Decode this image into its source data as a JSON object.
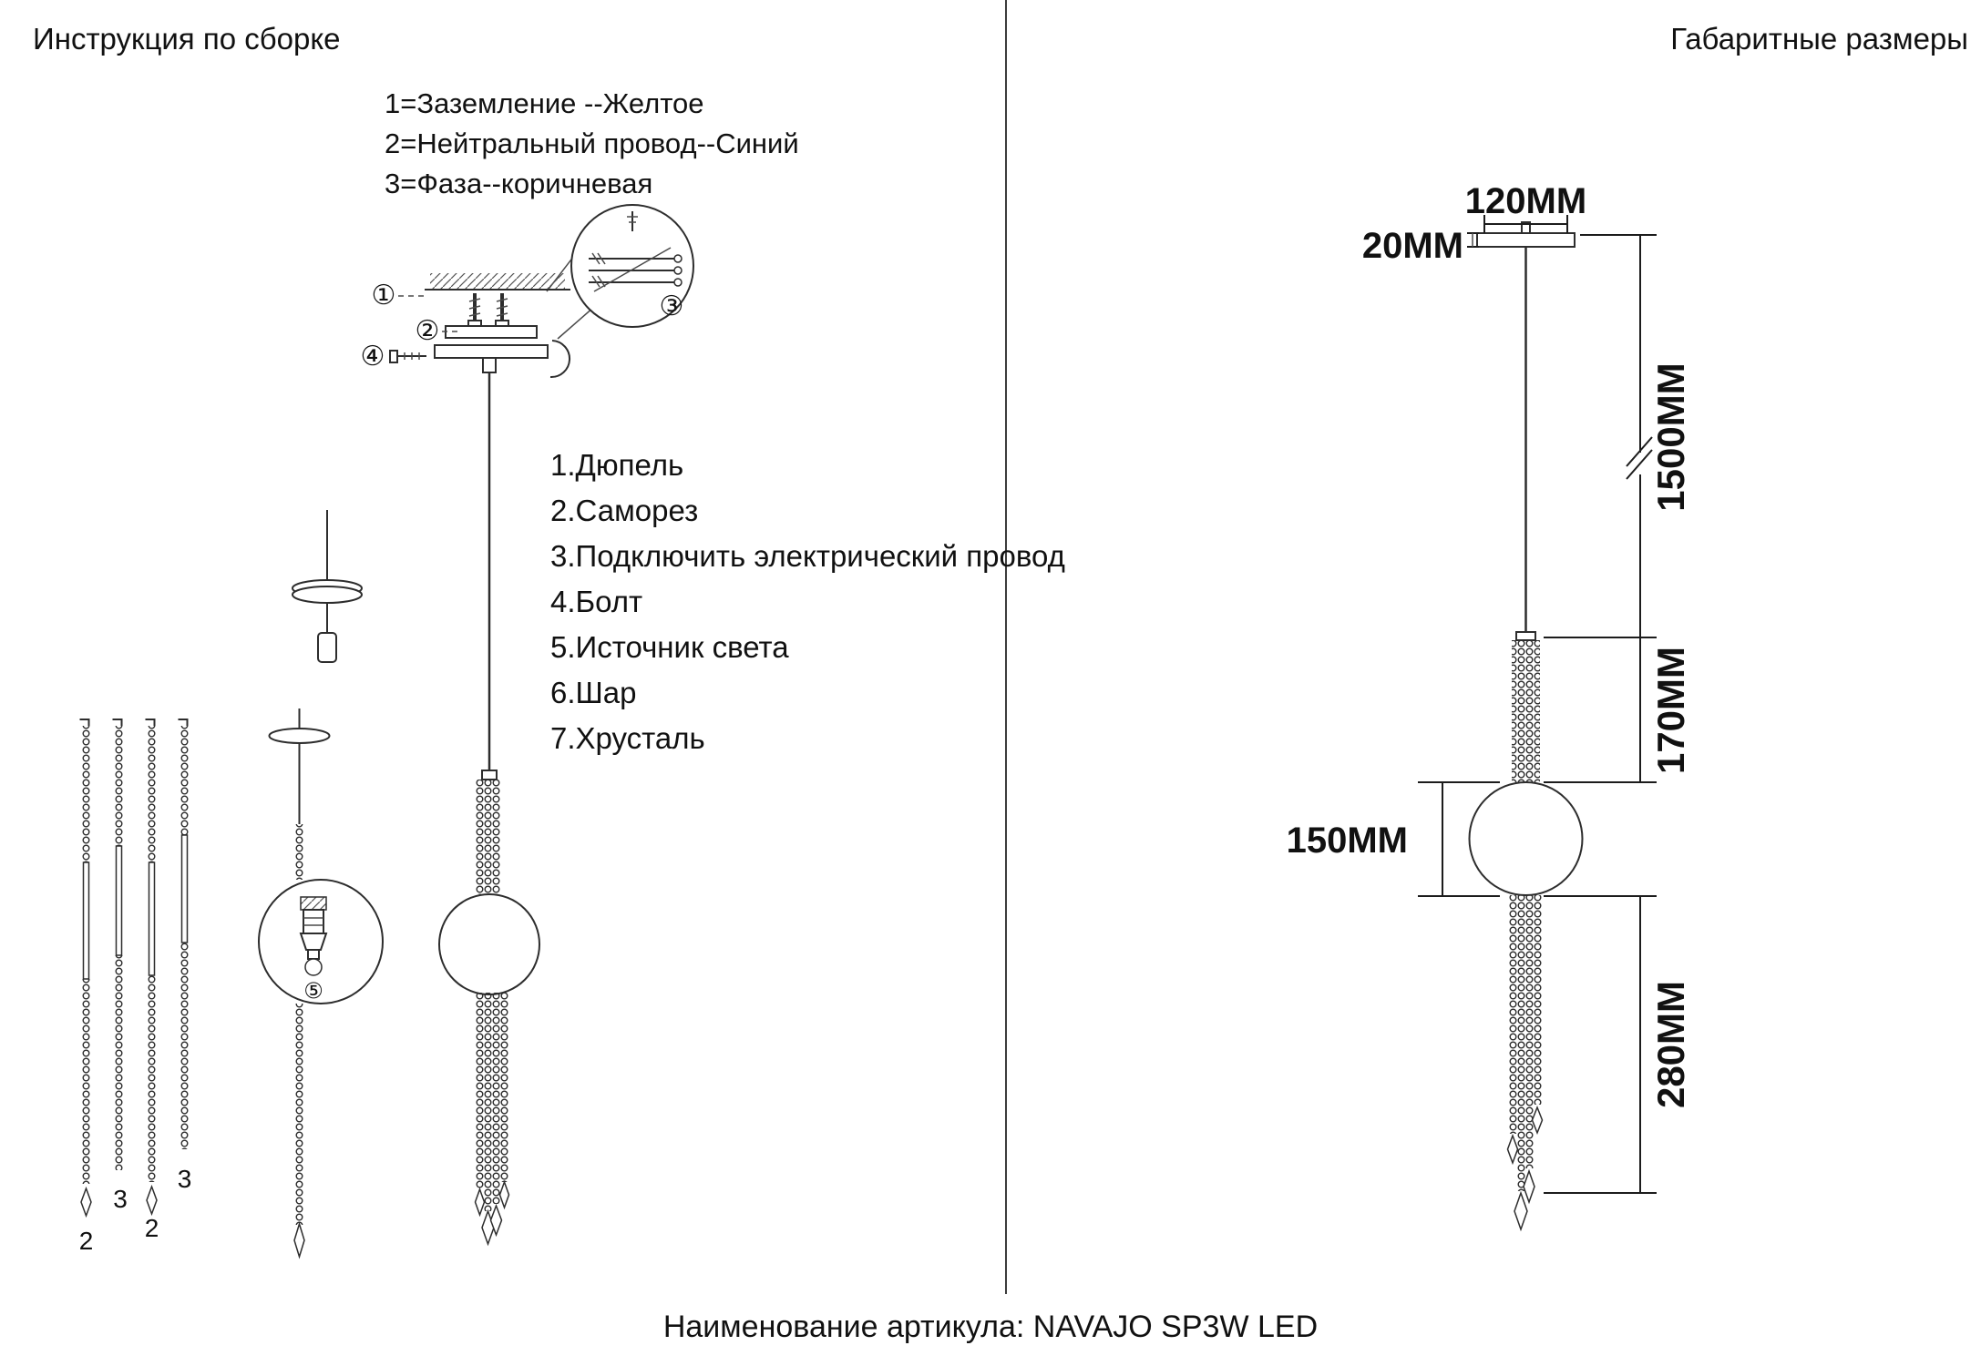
{
  "colors": {
    "ink": "#111111",
    "line": "#2d2d2d",
    "divider": "#3c3c3c"
  },
  "header": {
    "left_title": "Инструкция по сборке",
    "right_title": "Габаритные размеры"
  },
  "wire_legend": {
    "lines": [
      "1=Заземление --Желтое",
      "2=Нейтральный провод--Синий",
      "3=Фаза--коричневая"
    ]
  },
  "parts_list": {
    "items": [
      "1.Дюпель",
      "2.Саморез",
      "3.Подключить электрический провод",
      "4.Болт",
      "5.Источник света",
      "6.Шар",
      "7.Хрусталь"
    ]
  },
  "callouts": [
    "①",
    "②",
    "③",
    "④",
    "⑤"
  ],
  "strand_labels": [
    "2",
    "3",
    "2",
    "3"
  ],
  "dimensions": {
    "plate_width": "120MM",
    "plate_thickness": "20MM",
    "suspension": "1500MM",
    "upper_strand": "170MM",
    "ball": "150MM",
    "lower_strand": "280MM"
  },
  "footer": {
    "caption": "Наименование артикула: NAVAJO SP3W LED"
  }
}
